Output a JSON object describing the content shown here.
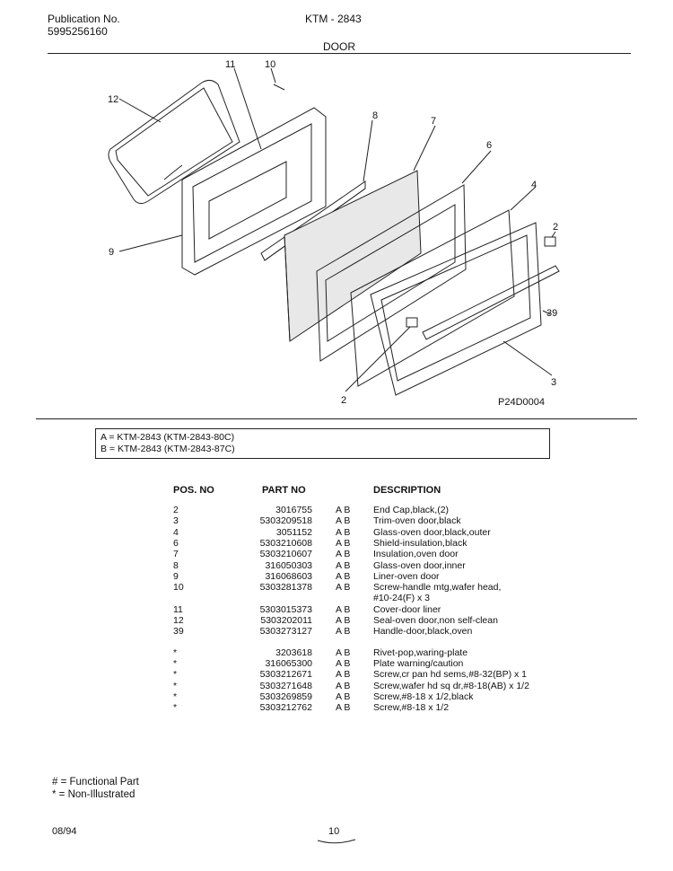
{
  "header": {
    "pub_label": "Publication No.",
    "pub_number": "5995256160",
    "model": "KTM - 2843",
    "section": "DOOR"
  },
  "diagram": {
    "code": "P24D0004",
    "callouts": [
      "11",
      "10",
      "12",
      "8",
      "7",
      "6",
      "9",
      "4",
      "2",
      "39",
      "2",
      "3"
    ]
  },
  "models": [
    "A  =  KTM-2843 (KTM-2843-80C)",
    "B  =  KTM-2843 (KTM-2843-87C)"
  ],
  "table": {
    "headers": {
      "pos": "POS. NO",
      "part": "PART NO",
      "desc": "DESCRIPTION"
    },
    "rows": [
      {
        "pos": "2",
        "part": "3016755",
        "ver": "A B",
        "desc": "End Cap,black,(2)"
      },
      {
        "pos": "3",
        "part": "5303209518",
        "ver": "A B",
        "desc": "Trim-oven door,black"
      },
      {
        "pos": "4",
        "part": "3051152",
        "ver": "A B",
        "desc": "Glass-oven door,black,outer"
      },
      {
        "pos": "6",
        "part": "5303210608",
        "ver": "A B",
        "desc": "Shield-insulation,black"
      },
      {
        "pos": "7",
        "part": "5303210607",
        "ver": "A B",
        "desc": "Insulation,oven door"
      },
      {
        "pos": "8",
        "part": "316050303",
        "ver": "A B",
        "desc": "Glass-oven door,inner"
      },
      {
        "pos": "9",
        "part": "316068603",
        "ver": "A B",
        "desc": "Liner-oven door"
      },
      {
        "pos": "10",
        "part": "5303281378",
        "ver": "A B",
        "desc": "Screw-handle mtg,wafer head,"
      },
      {
        "pos": "",
        "part": "",
        "ver": "",
        "desc": "#10-24(F) x 3"
      },
      {
        "pos": "11",
        "part": "5303015373",
        "ver": "A B",
        "desc": "Cover-door liner"
      },
      {
        "pos": "12",
        "part": "5303202011",
        "ver": "A B",
        "desc": "Seal-oven door,non self-clean"
      },
      {
        "pos": "39",
        "part": "5303273127",
        "ver": "A B",
        "desc": "Handle-door,black,oven"
      },
      {
        "pos": "*",
        "part": "3203618",
        "ver": "A B",
        "desc": "Rivet-pop,waring-plate"
      },
      {
        "pos": "*",
        "part": "316065300",
        "ver": "A B",
        "desc": "Plate warning/caution"
      },
      {
        "pos": "*",
        "part": "5303212671",
        "ver": "A B",
        "desc": "Screw,cr pan hd sems,#8-32(BP) x 1"
      },
      {
        "pos": "*",
        "part": "5303271648",
        "ver": "A B",
        "desc": "Screw,wafer hd sq dr,#8-18(AB) x 1/2"
      },
      {
        "pos": "*",
        "part": "5303269859",
        "ver": "A B",
        "desc": "Screw,#8-18 x 1/2,black"
      },
      {
        "pos": "*",
        "part": "5303212762",
        "ver": "A B",
        "desc": "Screw,#8-18 x 1/2"
      }
    ]
  },
  "legend": {
    "functional": "# = Functional Part",
    "non_illustrated": "* = Non-Illustrated"
  },
  "footer": {
    "date": "08/94",
    "page": "10"
  }
}
